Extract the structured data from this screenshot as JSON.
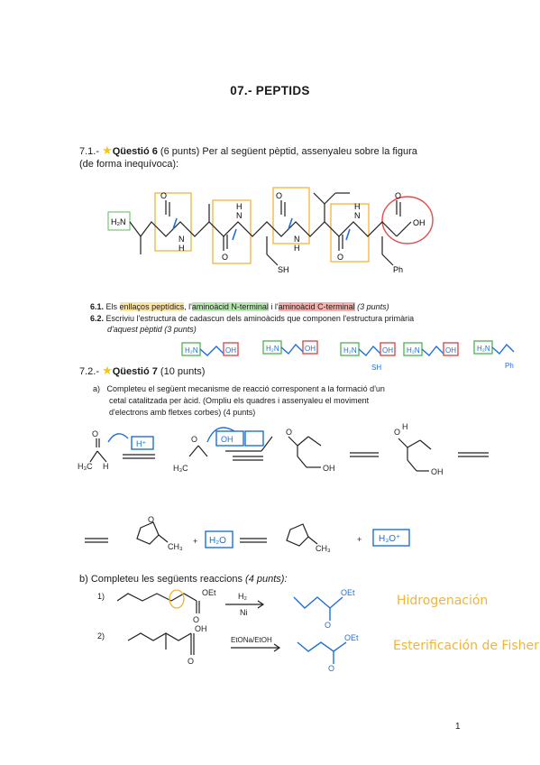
{
  "title": "07.- PEPTIDS",
  "q6": {
    "number": "7.1.-",
    "label": "Qüestió 6",
    "points": "(6 punts)",
    "text1": "Per al següent pèptid, assenyaleu sobre la figura",
    "text2": "(de forma inequívoca):",
    "sub1_num": "6.1.",
    "sub1_a": "Els ",
    "sub1_b": "enllaços peptídics",
    "sub1_c": ", l'",
    "sub1_d": "aminoàcid N-terminal",
    "sub1_e": " i l'",
    "sub1_f": "aminoàcid C-terminal",
    "sub1_g": " (3 punts)",
    "sub2_num": "6.2.",
    "sub2_text": "Escriviu l'estructura de cadascun dels aminoàcids que componen l'estructura primària",
    "sub2_text2": "d'aquest pèptid (3 punts)"
  },
  "q7": {
    "number": "7.2.-",
    "label": "Qüestió 7",
    "points": "(10 punts)",
    "a_label": "a)",
    "a_text1": "Completeu el següent mecanisme de reacció corresponent a la formació d'un",
    "a_text2": "cetal catalitzada per àcid. (Ompliu els quadres i assenyaleu el moviment",
    "a_text3": "d'electrons amb fletxes corbes) (4 punts)",
    "b_text": "b)  Completeu les següents reaccions",
    "b_points": "(4 punts):",
    "r1_num": "1)",
    "r1_reagent": "H₂",
    "r1_cat": "Ni",
    "r2_num": "2)",
    "r2_reagent": "EtONa/EtOH",
    "annot1": "Hidrogenación",
    "annot2": "Esterificación de Fisher"
  },
  "labels": {
    "h2n": "H₂N",
    "oh": "OH",
    "sh": "SH",
    "ph": "Ph",
    "n": "N",
    "h": "H",
    "o": "O",
    "oet": "OEt",
    "h3c": "H₃C",
    "ch3": "CH₃",
    "hplus": "H⁺",
    "h2o": "H₂O",
    "h3oplus": "H₃O⁺",
    "plus": "+"
  },
  "page_number": "1"
}
